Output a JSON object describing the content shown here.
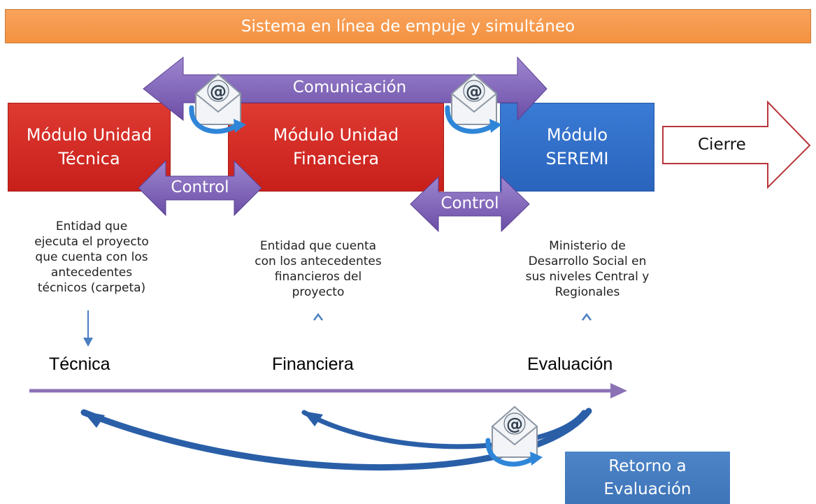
{
  "banner": {
    "title": "Sistema en línea de empuje y simultáneo"
  },
  "modules": [
    {
      "lines": [
        "Módulo Unidad",
        "Técnica"
      ]
    },
    {
      "lines": [
        "Módulo Unidad",
        "Financiera"
      ]
    },
    {
      "lines": [
        "Módulo",
        "SEREMI"
      ]
    }
  ],
  "arrows": {
    "communication": "Comunicación",
    "control_1": "Control",
    "control_2": "Control",
    "close": "Cierre"
  },
  "descriptions": [
    [
      "Entidad que",
      "ejecuta el proyecto",
      "que cuenta con los",
      "antecedentes",
      "técnicos (carpeta)"
    ],
    [
      "Entidad que cuenta",
      "con los antecedentes",
      "financieros del",
      "proyecto"
    ],
    [
      "Ministerio de",
      "Desarrollo Social en",
      "sus niveles Central y",
      "Regionales"
    ]
  ],
  "phases": [
    "Técnica",
    "Financiera",
    "Evaluación"
  ],
  "return_box": {
    "lines": [
      "Retorno a",
      "Evaluación"
    ]
  },
  "colors": {
    "banner": "#f39240",
    "module_red": "#d42b25",
    "module_blue": "#2f6cc4",
    "double_arrow_purple": "#7e62b4",
    "timeline_purple": "#8b72b5",
    "curve_blue": "#2a5fa8",
    "close_arrow_outline": "#b8353a"
  },
  "icons": [
    "email-icon",
    "email-icon",
    "email-icon"
  ]
}
